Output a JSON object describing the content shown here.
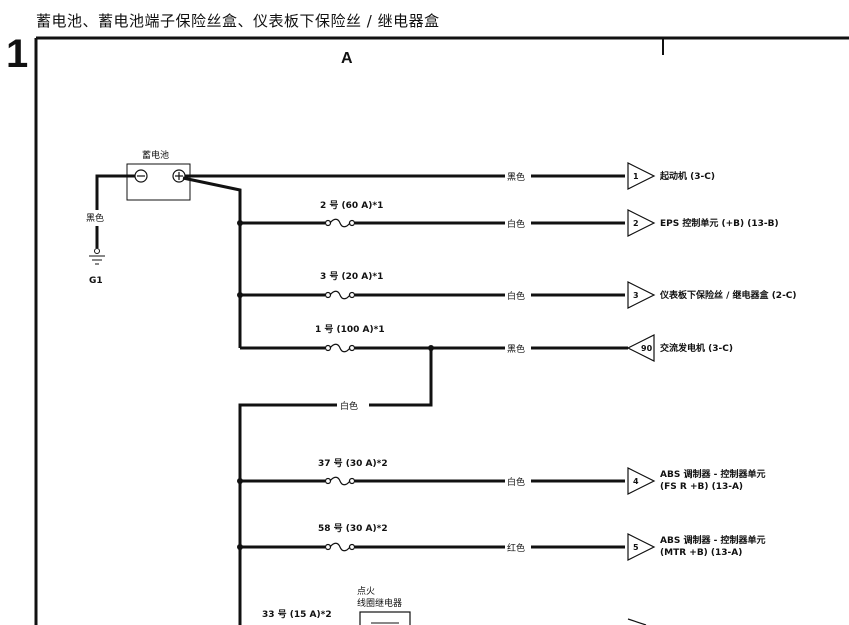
{
  "header": {
    "title": "蓄电池、蓄电池端子保险丝盒、仪表板下保险丝 / 继电器盒",
    "page_number": "1",
    "section_label": "A"
  },
  "battery": {
    "label": "蓄电池"
  },
  "ground": {
    "wire_color": "黑色",
    "label": "G1"
  },
  "fuses": [
    {
      "label": "2 号 (60 A)*1"
    },
    {
      "label": "3 号 (20 A)*1"
    },
    {
      "label": "1 号 (100 A)*1"
    },
    {
      "label": "37 号 (30 A)*2"
    },
    {
      "label": "58 号 (30 A)*2"
    },
    {
      "label": "33 号 (15 A)*2"
    }
  ],
  "circuits": [
    {
      "wire_color": "黑色",
      "connector": "1",
      "destination": "起动机 (3-C)",
      "destination2": ""
    },
    {
      "wire_color": "白色",
      "connector": "2",
      "destination": "EPS 控制单元 (+B) (13-B)",
      "destination2": ""
    },
    {
      "wire_color": "白色",
      "connector": "3",
      "destination": "仪表板下保险丝 / 继电器盒 (2-C)",
      "destination2": ""
    },
    {
      "wire_color": "黑色",
      "connector": "90",
      "destination": "交流发电机 (3-C)",
      "destination2": ""
    },
    {
      "wire_color": "白色",
      "connector": "4",
      "destination": "ABS 调制器 - 控制器单元",
      "destination2": "(FS R +B) (13-A)"
    },
    {
      "wire_color": "红色",
      "connector": "5",
      "destination": "ABS 调制器 - 控制器单元",
      "destination2": "(MTR +B) (13-A)"
    }
  ],
  "bus_wire": {
    "wire_color": "白色"
  },
  "relay": {
    "label_line1": "点火",
    "label_line2": "线圈继电器"
  }
}
